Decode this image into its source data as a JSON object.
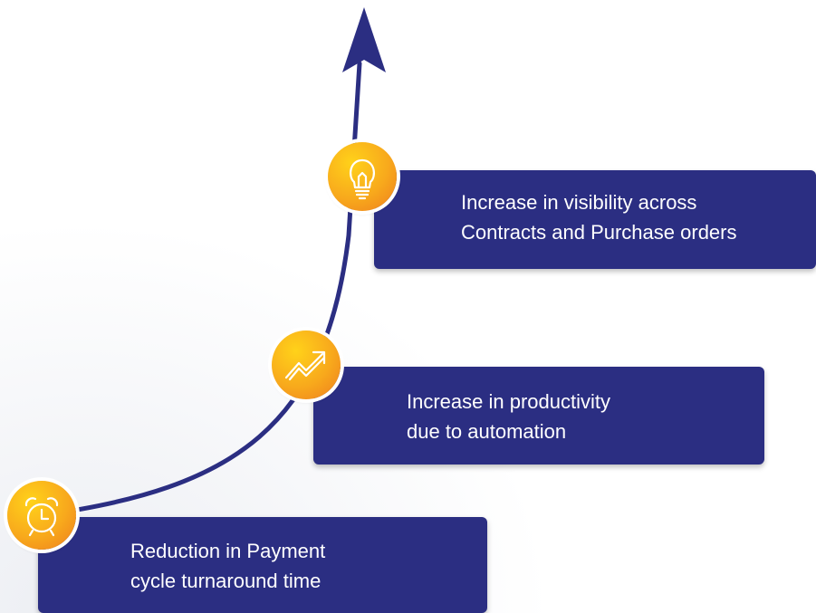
{
  "colors": {
    "navy": "#2b2e82",
    "badge_gradient": [
      "#ffd21a",
      "#f8a91c",
      "#ee7d1e"
    ],
    "text": "#ffffff"
  },
  "steps": [
    {
      "icon": "clock-icon",
      "lines": [
        "Reduction in Payment",
        "cycle turnaround time"
      ]
    },
    {
      "icon": "trend-up-icon",
      "lines": [
        "Increase in productivity",
        "due to automation"
      ]
    },
    {
      "icon": "lightbulb-icon",
      "lines": [
        "Increase in visibility across",
        "Contracts and Purchase orders"
      ]
    }
  ]
}
